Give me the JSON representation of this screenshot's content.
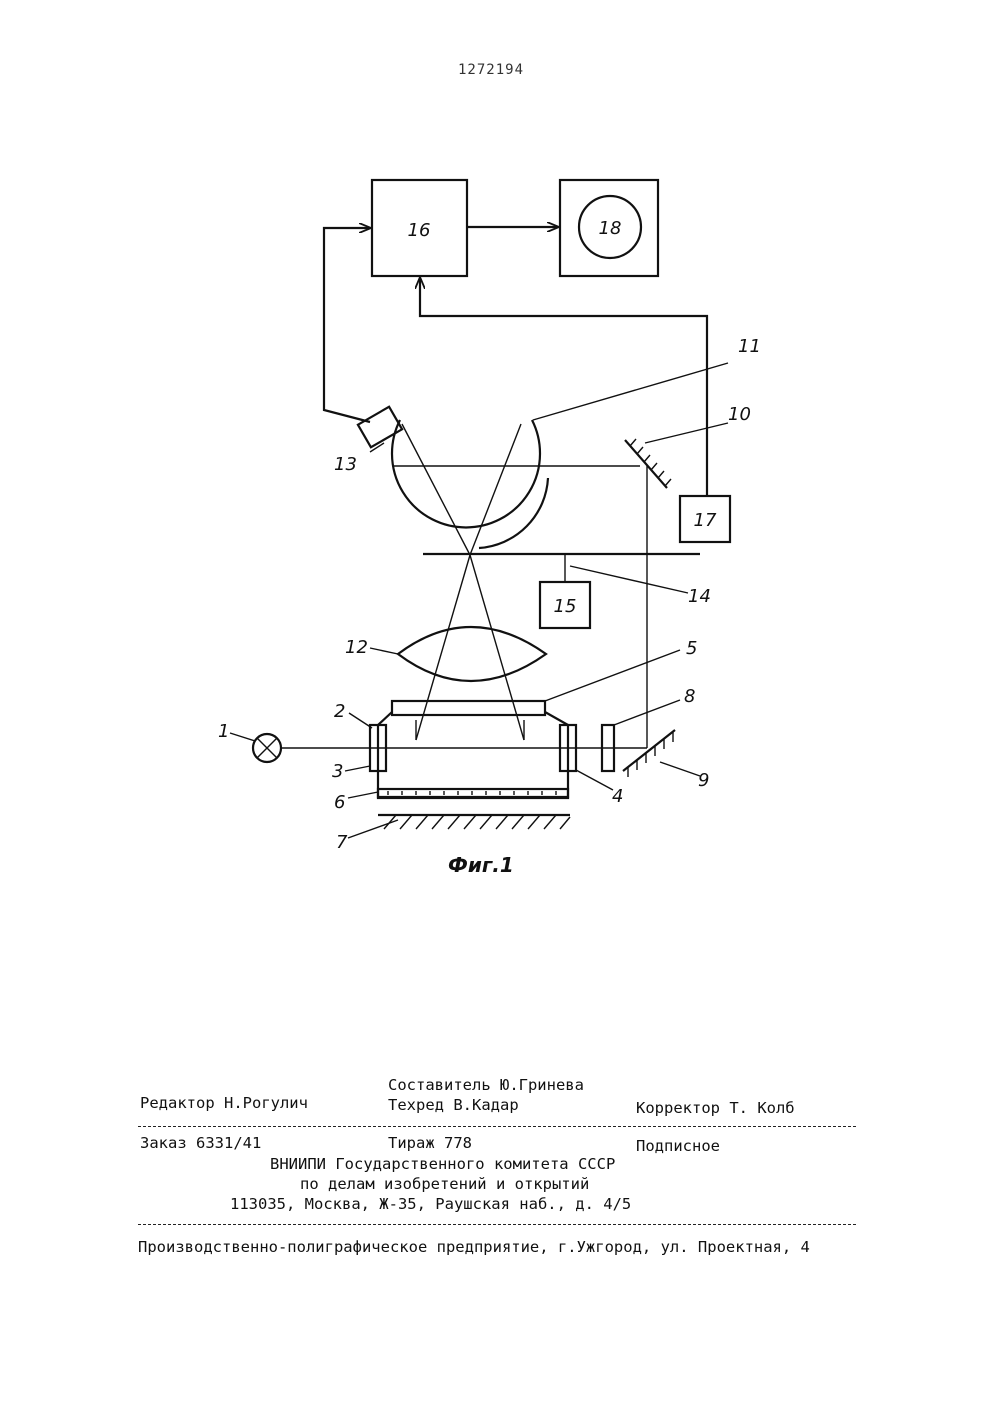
{
  "header": {
    "patent_number": "1272194"
  },
  "figure": {
    "caption": "Фиг.1",
    "boxes": {
      "b16": "16",
      "b18": "18",
      "b17": "17",
      "b15": "15"
    },
    "labels": {
      "l1": "1",
      "l2": "2",
      "l3": "3",
      "l4": "4",
      "l5": "5",
      "l6": "6",
      "l7": "7",
      "l8": "8",
      "l9": "9",
      "l10": "10",
      "l11": "11",
      "l12": "12",
      "l13": "13",
      "l14": "14"
    }
  },
  "colophon": {
    "editor": "Редактор Н.Рогулич",
    "compiler": "Составитель Ю.Гринева",
    "techred": "Техред В.Кадар",
    "corrector": "Корректор Т. Колб",
    "order": "Заказ 6331/41",
    "print_run": "Тираж 778",
    "subscription": "Подписное",
    "org_line1": "ВНИИПИ Государственного комитета СССР",
    "org_line2": "по делам изобретений и открытий",
    "org_line3": "113035, Москва, Ж-35, Раушская наб., д. 4/5",
    "printer": "Производственно-полиграфическое предприятие, г.Ужгород, ул. Проектная, 4"
  }
}
